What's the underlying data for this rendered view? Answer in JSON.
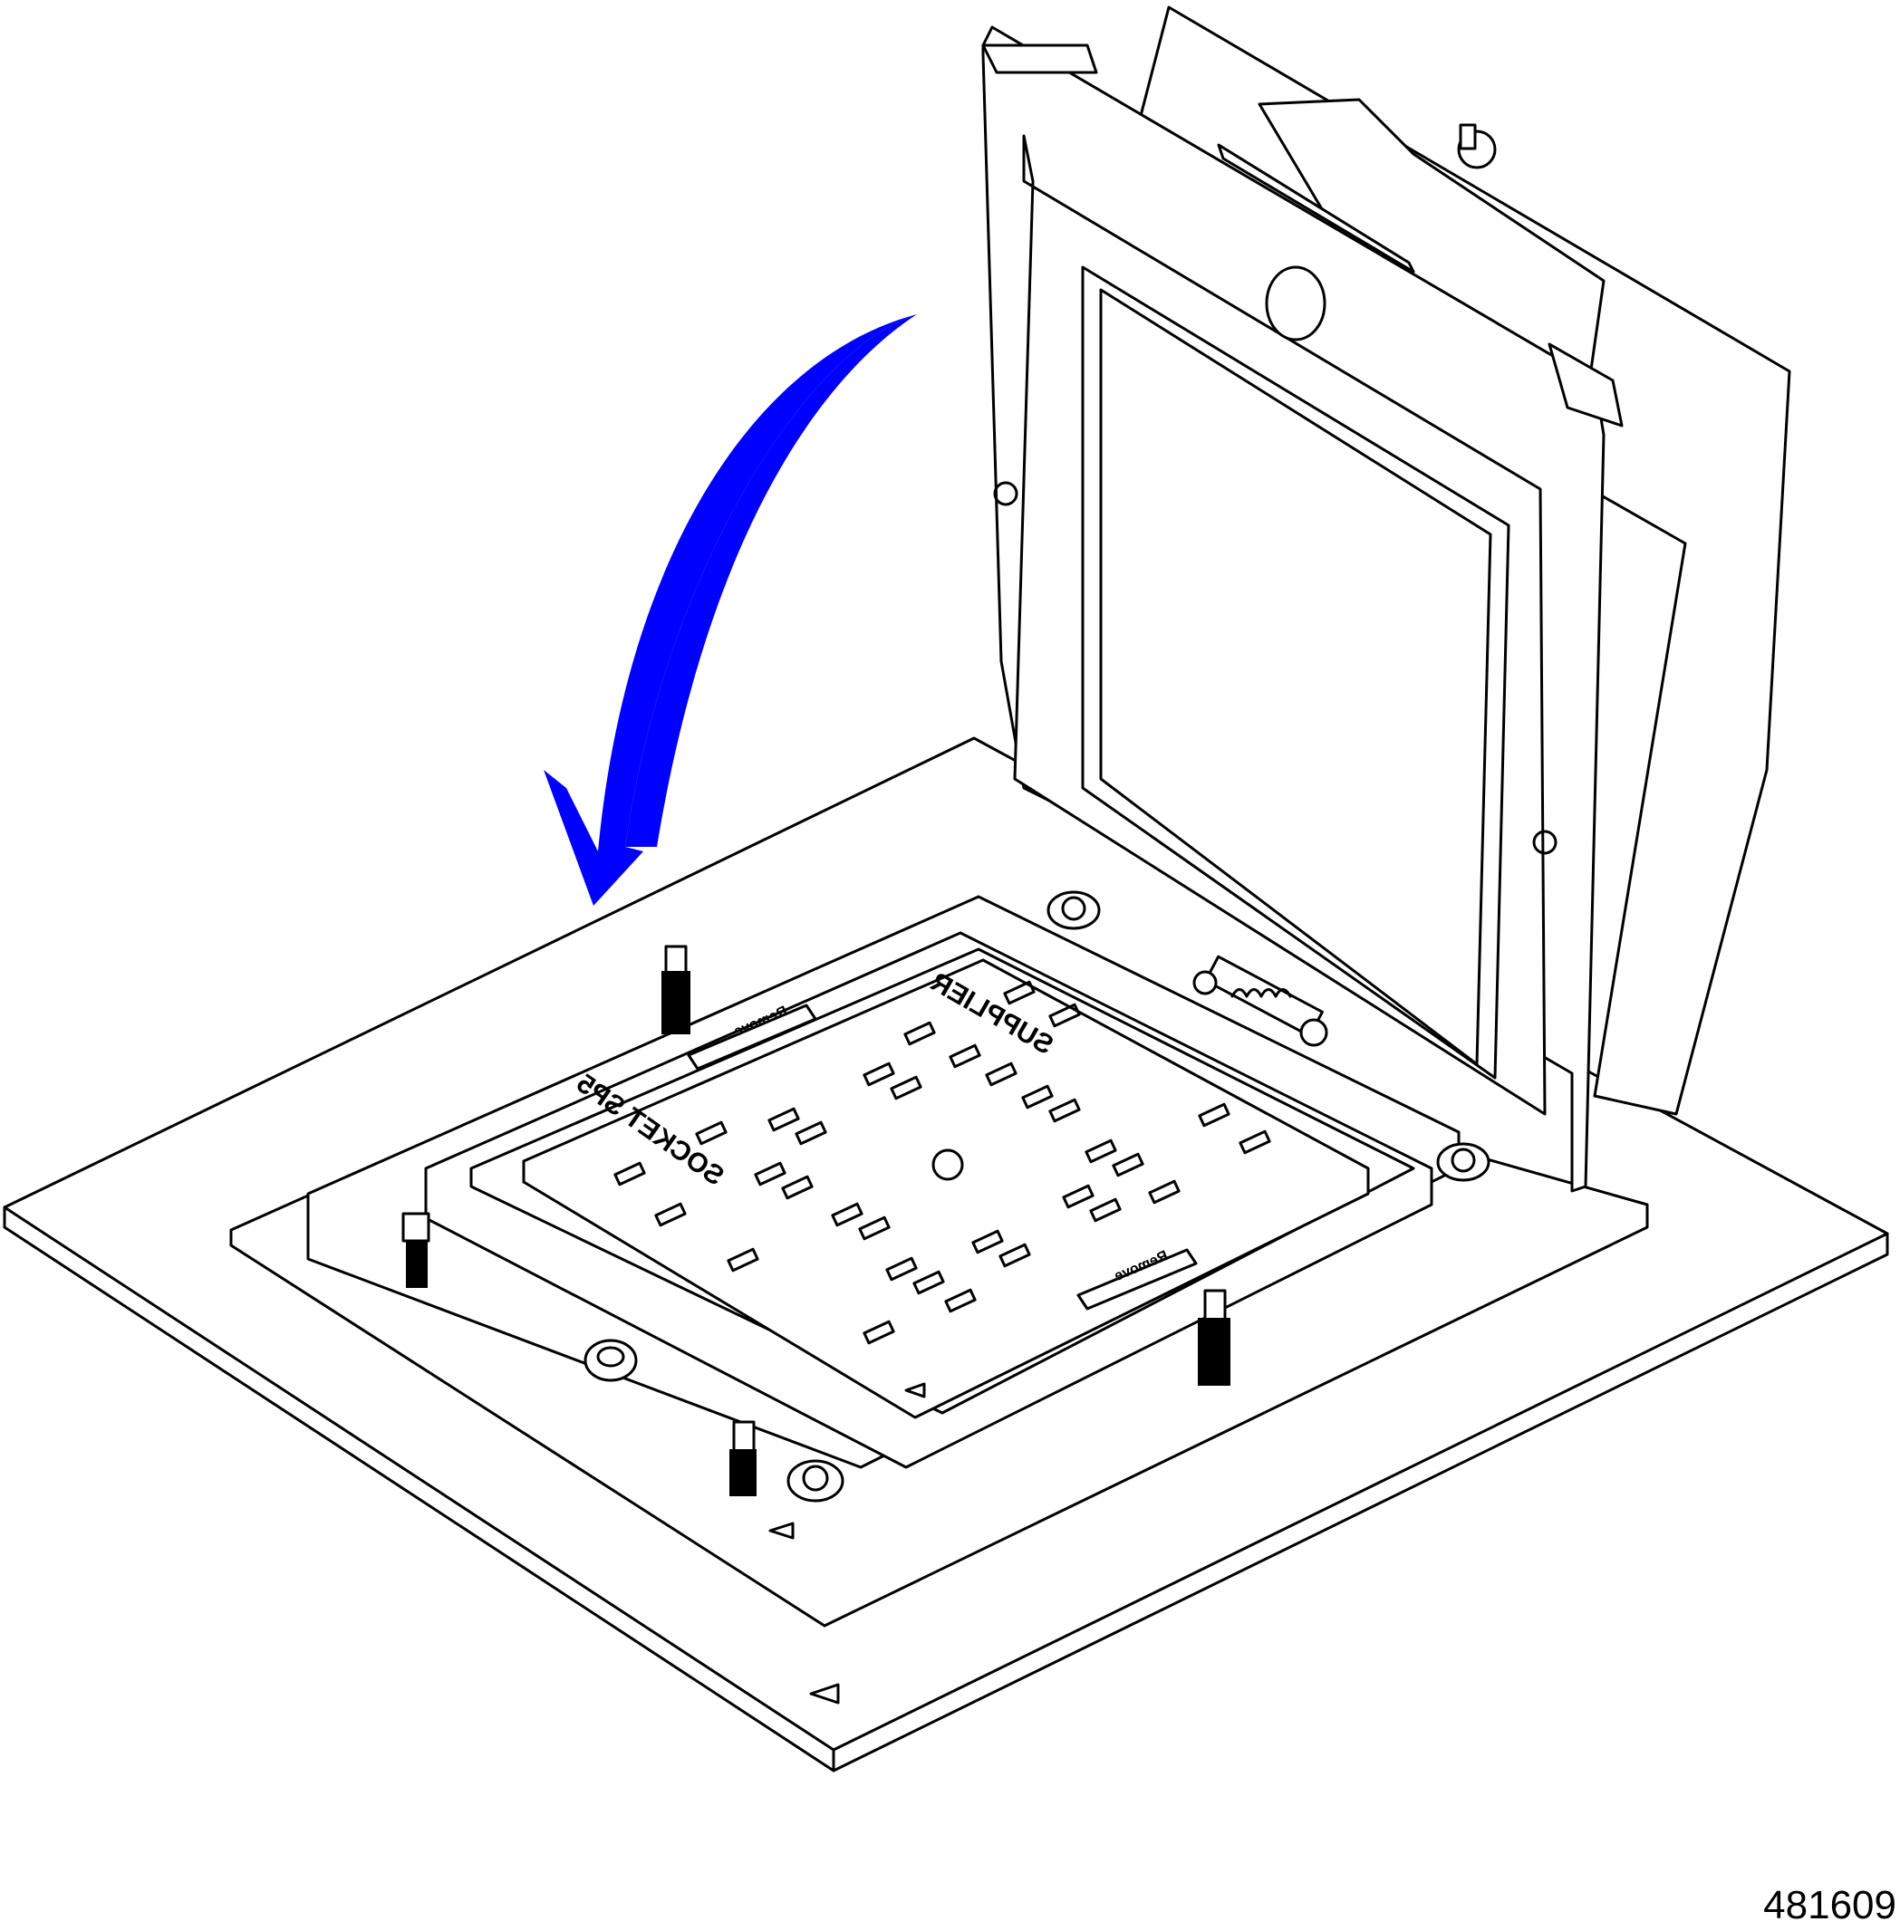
{
  "figure": {
    "number": "481609",
    "socket_label": "SOCKET SP5",
    "cover_label": "SUPPLIER",
    "tab_label_left": "Remove",
    "tab_label_right": "Remove"
  },
  "colors": {
    "arrow": "#0000ff",
    "line": "#000000",
    "background": "#ffffff"
  },
  "icons": {
    "direction_arrow": "curved-arrow-down-left",
    "alignment_marks": "triangle-marker"
  }
}
